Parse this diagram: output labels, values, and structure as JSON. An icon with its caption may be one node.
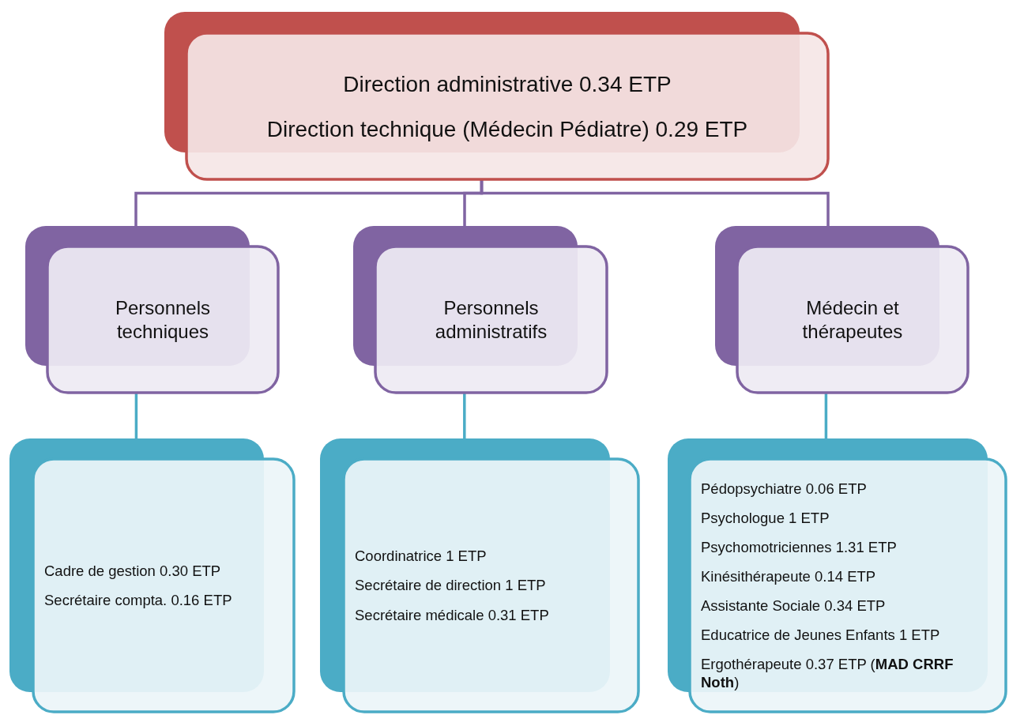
{
  "diagram": {
    "nodes": [
      {
        "text": [
          "Direction administrative 0.34 ETP",
          "Direction technique (Médecin Pédiatre) 0.29 ETP"
        ]
      },
      {
        "text": [
          "Personnels techniques"
        ]
      },
      {
        "text": [
          "Personnels administratifs"
        ]
      },
      {
        "text": [
          "Médecin et thérapeutes"
        ]
      },
      {
        "text": [
          "Cadre de gestion 0.30 ETP",
          "Secrétaire compta. 0.16 ETP"
        ]
      },
      {
        "text": [
          "Coordinatrice 1 ETP",
          "Secrétaire de direction 1 ETP",
          "Secrétaire médicale 0.31 ETP"
        ]
      },
      {
        "text": [
          "Pédopsychiatre 0.06 ETP",
          "Psychologue 1 ETP",
          "Psychomotriciennes 1.31 ETP",
          "Kinésithérapeute 0.14 ETP",
          "Assistante Sociale 0.34 ETP",
          "Educatrice de Jeunes Enfants 1 ETP",
          "Ergothérapeute 0.37 ETP (**MAD CRRF Noth**)"
        ]
      }
    ],
    "edges": [
      {
        "from": 0,
        "to": 1,
        "arrow": "none",
        "color": "#8064a2"
      },
      {
        "from": 0,
        "to": 2,
        "arrow": "none",
        "color": "#8064a2"
      },
      {
        "from": 0,
        "to": 3,
        "arrow": "none",
        "color": "#8064a2"
      },
      {
        "from": 1,
        "to": 4,
        "arrow": "none",
        "color": "#4bacc6"
      },
      {
        "from": 2,
        "to": 5,
        "arrow": "none",
        "color": "#4bacc6"
      },
      {
        "from": 3,
        "to": 6,
        "arrow": "none",
        "color": "#4bacc6"
      }
    ]
  }
}
